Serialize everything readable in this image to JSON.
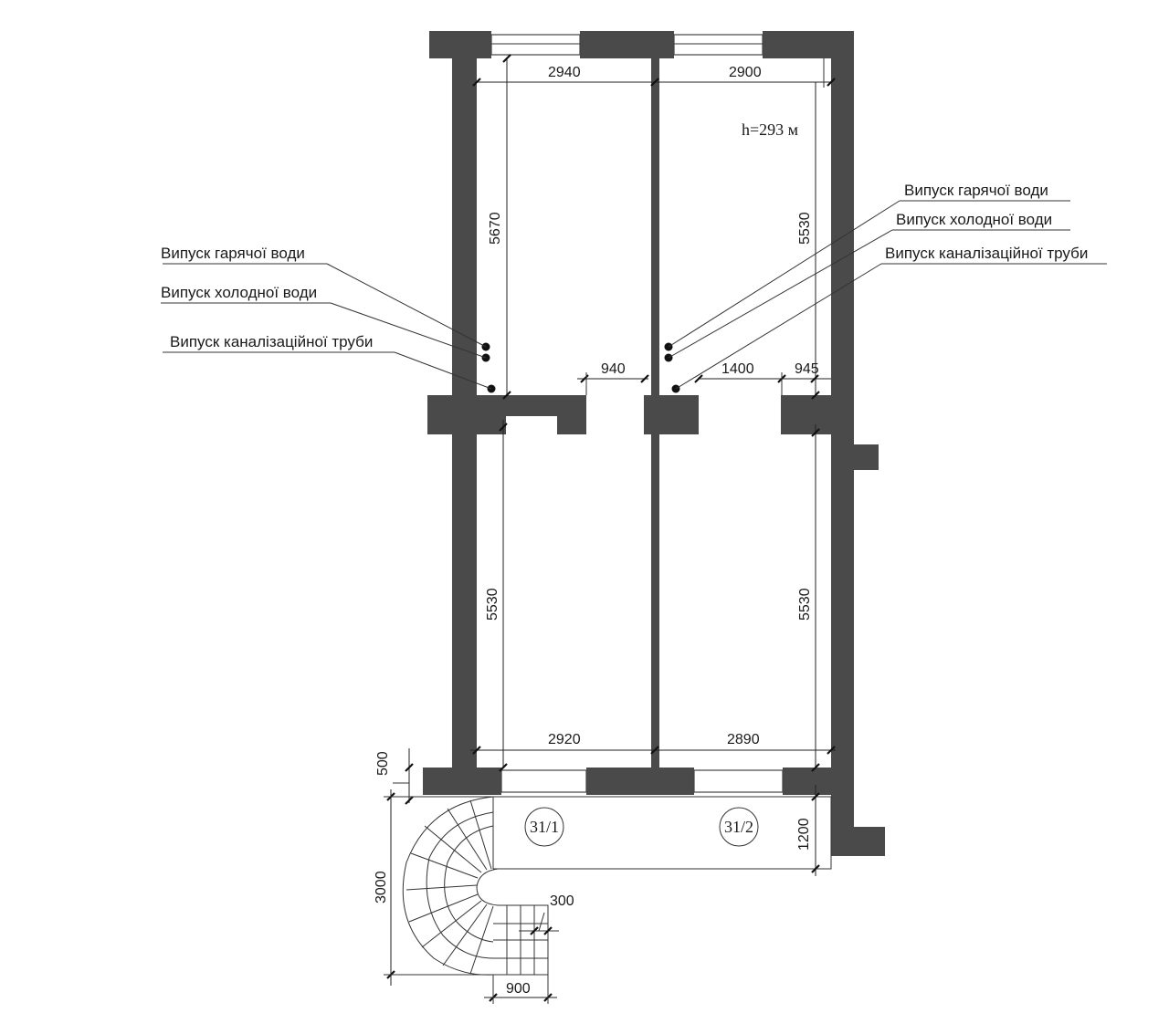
{
  "room_dims": {
    "top_left_width": "2940",
    "top_right_width": "2900",
    "top_left_height": "5670",
    "top_right_height": "5530",
    "bottom_left_height": "5530",
    "bottom_right_height": "5530",
    "bottom_left_width": "2920",
    "bottom_right_width": "2890",
    "door_gap": "940",
    "mid_right_span": "1400",
    "mid_far_right": "945"
  },
  "ceiling_height": "h=293 м",
  "stair_dims": {
    "wall_offset": "500",
    "corridor_depth": "1200",
    "stair_height": "3000",
    "stair_width": "900",
    "step_width": "300"
  },
  "labels_left": [
    "Випуск гарячої води",
    "Випуск холодної води",
    "Випуск каналізаційної труби"
  ],
  "labels_right": [
    "Випуск гарячої води",
    "Випуск холодної води",
    "Випуск каналізаційної труби"
  ],
  "markers": [
    "31/1",
    "31/2"
  ],
  "colors": {
    "wall": "#4a4a4a",
    "line": "#222222",
    "background": "#ffffff"
  }
}
